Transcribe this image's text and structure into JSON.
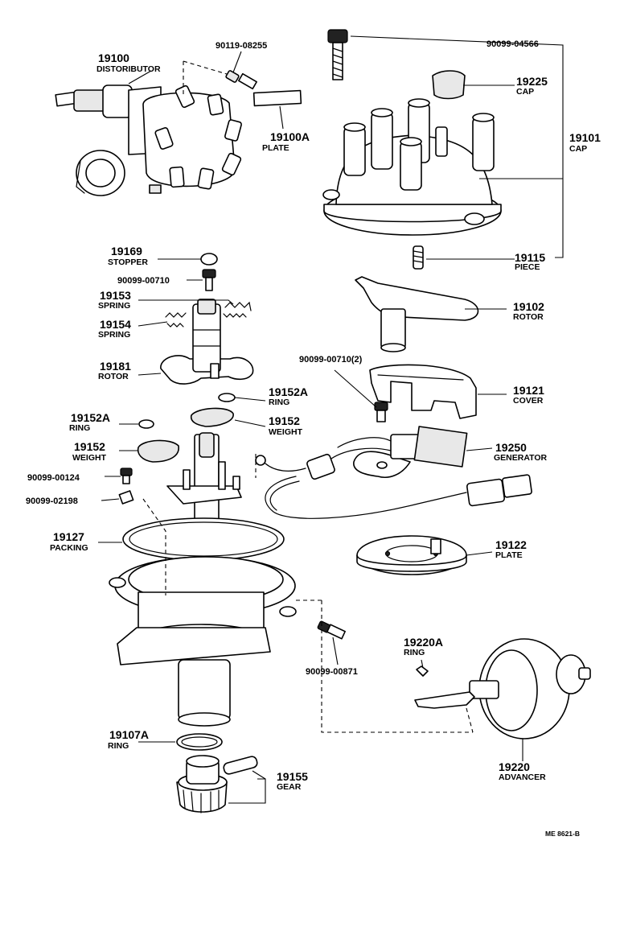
{
  "labels": {
    "p19100": {
      "num": "19100",
      "name": "DISTORIBUTOR"
    },
    "b9011908255": "90119-08255",
    "p19100a": {
      "num": "19100A",
      "name": "PLATE"
    },
    "b9009904566": "90099-04566",
    "p19225": {
      "num": "19225",
      "name": "CAP"
    },
    "p19101": {
      "num": "19101",
      "name": "CAP"
    },
    "p19115": {
      "num": "19115",
      "name": "PIECE"
    },
    "p19169": {
      "num": "19169",
      "name": "STOPPER"
    },
    "b9009900710a": "90099-00710",
    "p19153": {
      "num": "19153",
      "name": "SPRING"
    },
    "p19154": {
      "num": "19154",
      "name": "SPRING"
    },
    "p19181": {
      "num": "19181",
      "name": "ROTOR"
    },
    "p19102": {
      "num": "19102",
      "name": "ROTOR"
    },
    "b9009900710b": "90099-00710(2)",
    "p19121": {
      "num": "19121",
      "name": "COVER"
    },
    "p19152a_r": {
      "num": "19152A",
      "name": "RING"
    },
    "p19152a_l": {
      "num": "19152A",
      "name": "RING"
    },
    "p19152_r": {
      "num": "19152",
      "name": "WEIGHT"
    },
    "p19152_l": {
      "num": "19152",
      "name": "WEIGHT"
    },
    "p19250": {
      "num": "19250",
      "name": "GENERATOR"
    },
    "b9009900124": "90099-00124",
    "b9009902198": "90099-02198",
    "p19127": {
      "num": "19127",
      "name": "PACKING"
    },
    "p19122": {
      "num": "19122",
      "name": "PLATE"
    },
    "p19220a": {
      "num": "19220A",
      "name": "RING"
    },
    "b9009900871": "90099-00871",
    "p19107a": {
      "num": "19107A",
      "name": "RING"
    },
    "p19155": {
      "num": "19155",
      "name": "GEAR"
    },
    "p19220": {
      "num": "19220",
      "name": "ADVANCER"
    }
  },
  "ref_code": "ME  8621-B"
}
